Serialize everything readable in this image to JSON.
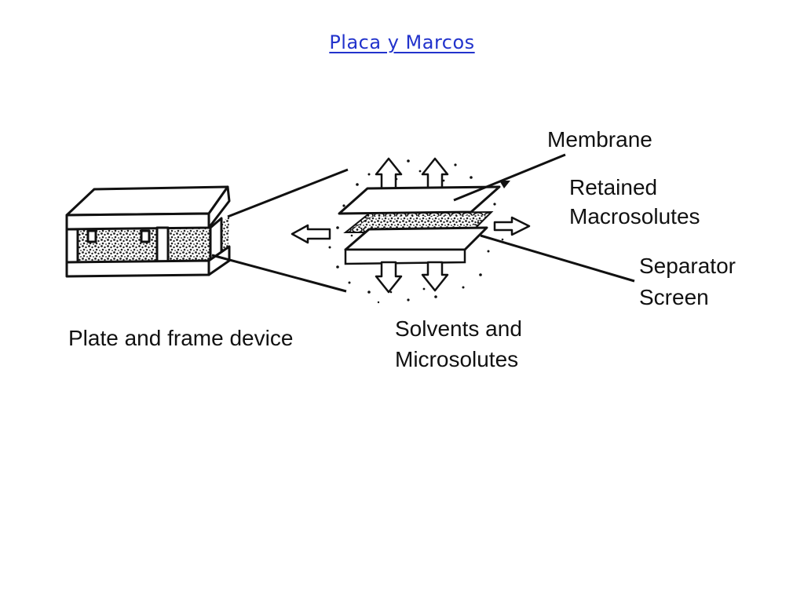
{
  "slide": {
    "title": "Placa y Marcos",
    "title_color": "#2233cc"
  },
  "diagram": {
    "labels": {
      "membrane": "Membrane",
      "retained_line1": "Retained",
      "retained_line2": "Macrosolutes",
      "separator_line1": "Separator",
      "separator_line2": "Screen",
      "device": "Plate and frame device",
      "solvents_line1": "Solvents and",
      "solvents_line2": "Microsolutes"
    }
  }
}
